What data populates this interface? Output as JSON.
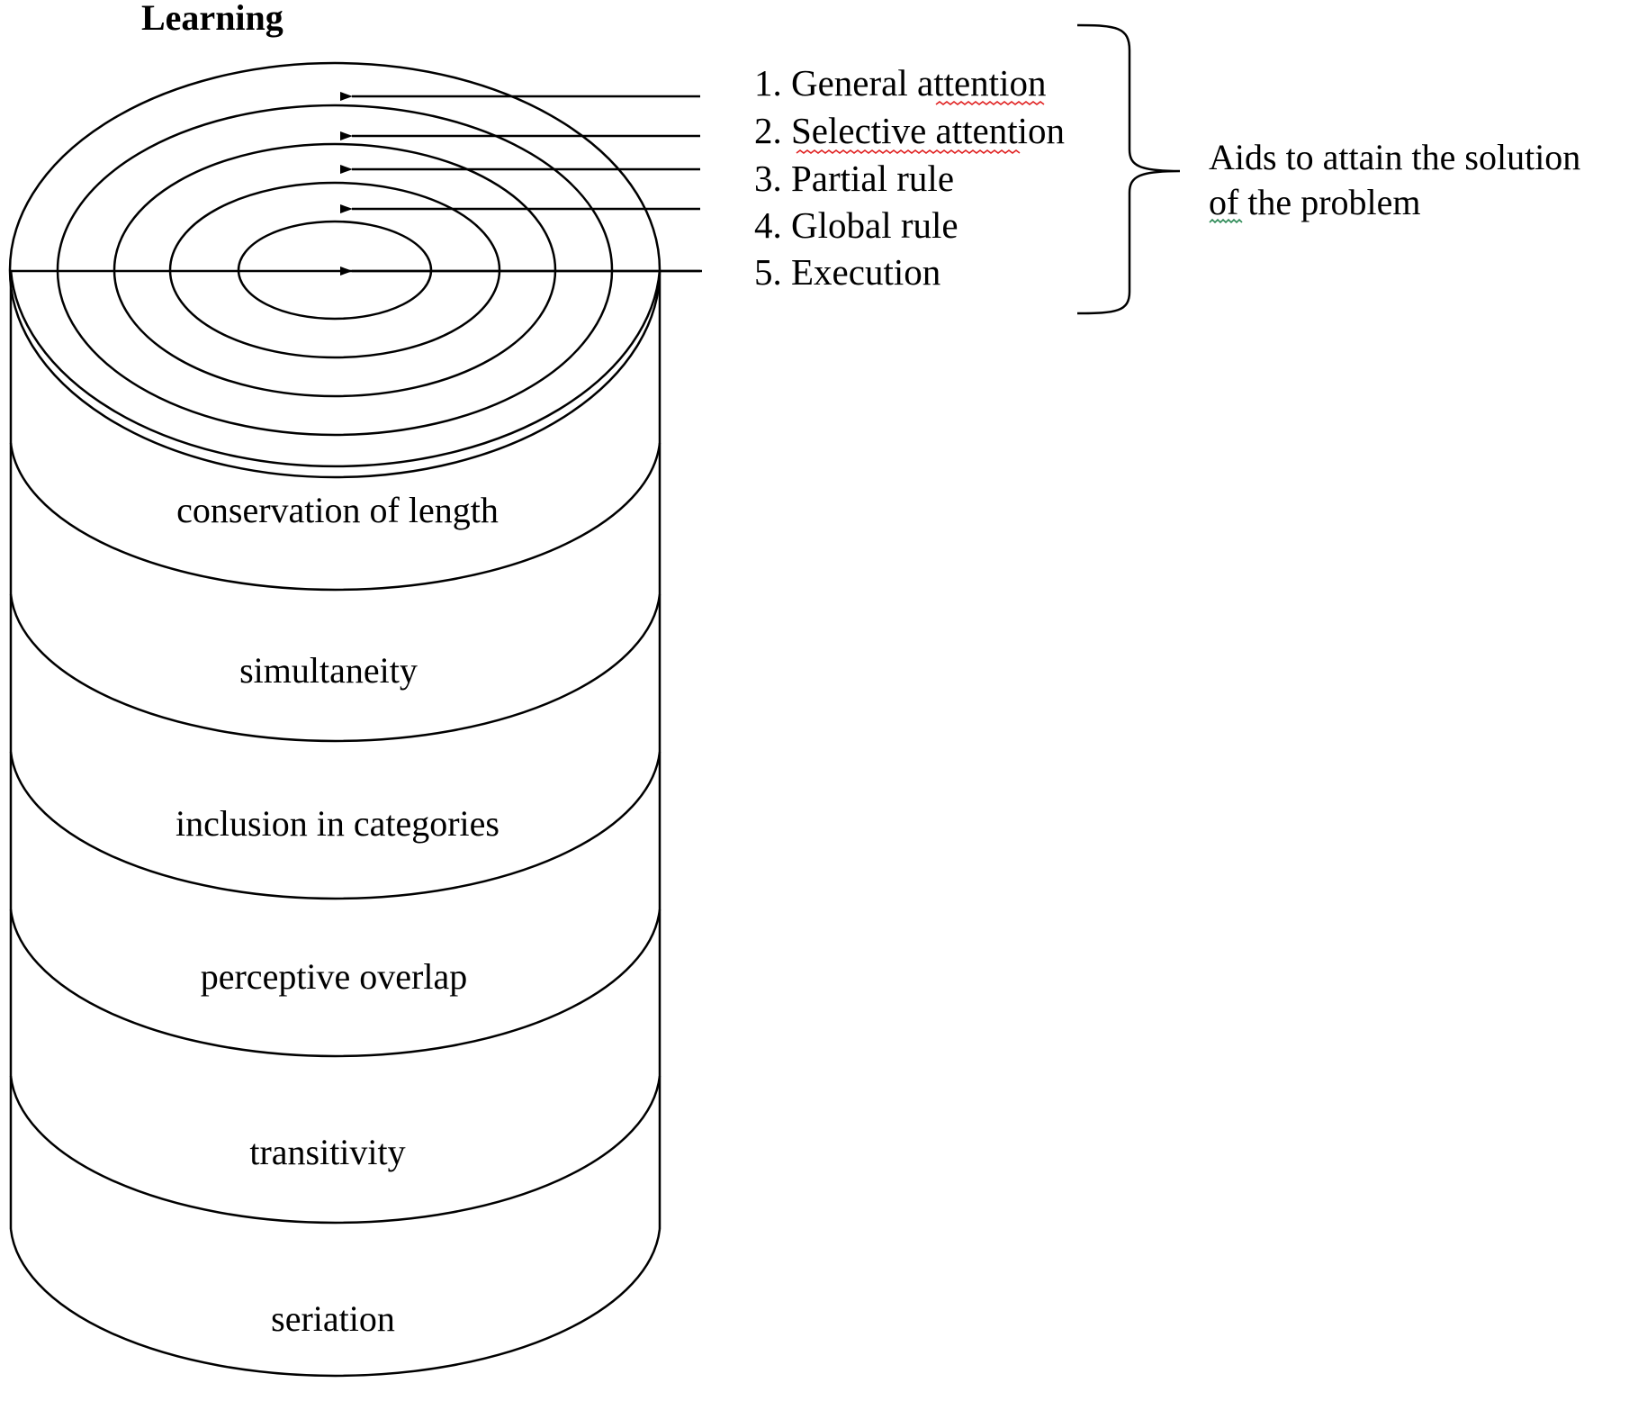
{
  "title": "Learning",
  "steps": [
    "1. General attention",
    "2. Selective attention",
    "3. Partial rule",
    "4. Global rule",
    "5. Execution"
  ],
  "aids_label": {
    "line1": "Aids to attain the solution",
    "line2": "of the problem"
  },
  "layers": [
    "conservation of length",
    "simultaneity",
    "inclusion in categories",
    "perceptive overlap",
    "transitivity",
    "seriation"
  ],
  "colors": {
    "stroke": "#000000",
    "spellcheck_red": "#e02020",
    "spellcheck_green": "#2e8b57"
  }
}
